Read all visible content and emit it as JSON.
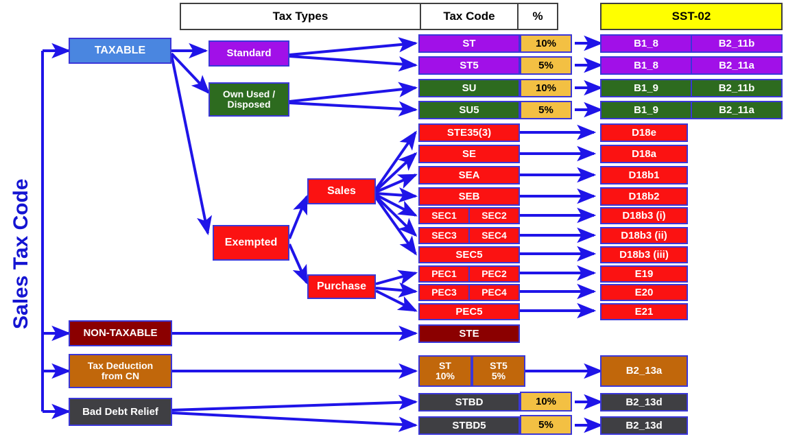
{
  "title_vertical": "Sales Tax Code",
  "headers": {
    "tax_types": "Tax Types",
    "tax_code": "Tax Code",
    "percent": "%",
    "sst": "SST-02"
  },
  "colors": {
    "blue_box": "#4a86e0",
    "purple": "#a110e8",
    "green": "#2d6b1f",
    "red": "#fb1212",
    "dark_red": "#8b0000",
    "orange": "#c1670b",
    "dark_grey": "#3f3f43",
    "amber": "#f3c043",
    "yellow": "#ffff00",
    "wire": "#1f14e8",
    "border": "#3a36d8"
  },
  "categories": [
    {
      "id": "taxable",
      "label": "TAXABLE",
      "color": "#4a86e0",
      "text": "#ffffff"
    },
    {
      "id": "non-taxable",
      "label": "NON-TAXABLE",
      "color": "#8b0000",
      "text": "#ffffff"
    },
    {
      "id": "tax-deduction",
      "label": "Tax Deduction\nfrom CN",
      "color": "#c1670b",
      "text": "#ffffff"
    },
    {
      "id": "bad-debt",
      "label": "Bad Debt Relief",
      "color": "#3f3f43",
      "text": "#ffffff"
    }
  ],
  "subtypes": [
    {
      "id": "standard",
      "label": "Standard",
      "color": "#a110e8"
    },
    {
      "id": "own-used",
      "label": "Own Used /\nDisposed",
      "color": "#2d6b1f"
    },
    {
      "id": "exempted",
      "label": "Exempted",
      "color": "#fb1212"
    },
    {
      "id": "sales",
      "label": "Sales",
      "color": "#fb1212"
    },
    {
      "id": "purchase",
      "label": "Purchase",
      "color": "#fb1212"
    }
  ],
  "rows": [
    {
      "id": "r-st",
      "tax_code": "ST",
      "percent": "10%",
      "sst_left": "B1_8",
      "sst_right": "B2_11b",
      "color": "#a110e8"
    },
    {
      "id": "r-st5",
      "tax_code": "ST5",
      "percent": "5%",
      "sst_left": "B1_8",
      "sst_right": "B2_11a",
      "color": "#a110e8"
    },
    {
      "id": "r-su",
      "tax_code": "SU",
      "percent": "10%",
      "sst_left": "B1_9",
      "sst_right": "B2_11b",
      "color": "#2d6b1f"
    },
    {
      "id": "r-su5",
      "tax_code": "SU5",
      "percent": "5%",
      "sst_left": "B1_9",
      "sst_right": "B2_11a",
      "color": "#2d6b1f"
    },
    {
      "id": "r-ste353",
      "tax_code": "STE35(3)",
      "percent": "",
      "sst_left": "D18e",
      "sst_right": "",
      "color": "#fb1212"
    },
    {
      "id": "r-se",
      "tax_code": "SE",
      "percent": "",
      "sst_left": "D18a",
      "sst_right": "",
      "color": "#fb1212"
    },
    {
      "id": "r-sea",
      "tax_code": "SEA",
      "percent": "",
      "sst_left": "D18b1",
      "sst_right": "",
      "color": "#fb1212"
    },
    {
      "id": "r-seb",
      "tax_code": "SEB",
      "percent": "",
      "sst_left": "D18b2",
      "sst_right": "",
      "color": "#fb1212"
    },
    {
      "id": "r-sec12",
      "tax_code": "SEC1",
      "tax_code2": "SEC2",
      "percent": "",
      "sst_left": "D18b3 (i)",
      "sst_right": "",
      "color": "#fb1212"
    },
    {
      "id": "r-sec34",
      "tax_code": "SEC3",
      "tax_code2": "SEC4",
      "percent": "",
      "sst_left": "D18b3 (ii)",
      "sst_right": "",
      "color": "#fb1212"
    },
    {
      "id": "r-sec5",
      "tax_code": "SEC5",
      "percent": "",
      "sst_left": "D18b3 (iii)",
      "sst_right": "",
      "color": "#fb1212"
    },
    {
      "id": "r-pec12",
      "tax_code": "PEC1",
      "tax_code2": "PEC2",
      "percent": "",
      "sst_left": "E19",
      "sst_right": "",
      "color": "#fb1212"
    },
    {
      "id": "r-pec34",
      "tax_code": "PEC3",
      "tax_code2": "PEC4",
      "percent": "",
      "sst_left": "E20",
      "sst_right": "",
      "color": "#fb1212"
    },
    {
      "id": "r-pec5",
      "tax_code": "PEC5",
      "percent": "",
      "sst_left": "E21",
      "sst_right": "",
      "color": "#fb1212"
    },
    {
      "id": "r-ste",
      "tax_code": "STE",
      "percent": "",
      "sst_left": "",
      "sst_right": "",
      "color": "#8b0000"
    },
    {
      "id": "r-cn",
      "tax_code": "ST\n10%",
      "tax_code2": "ST5\n5%",
      "percent": "",
      "sst_left": "B2_13a",
      "sst_right": "",
      "color": "#c1670b"
    },
    {
      "id": "r-stbd",
      "tax_code": "STBD",
      "percent": "10%",
      "sst_left": "B2_13d",
      "sst_right": "",
      "color": "#3f3f43"
    },
    {
      "id": "r-stbd5",
      "tax_code": "STBD5",
      "percent": "5%",
      "sst_left": "B2_13d",
      "sst_right": "",
      "color": "#3f3f43"
    }
  ]
}
